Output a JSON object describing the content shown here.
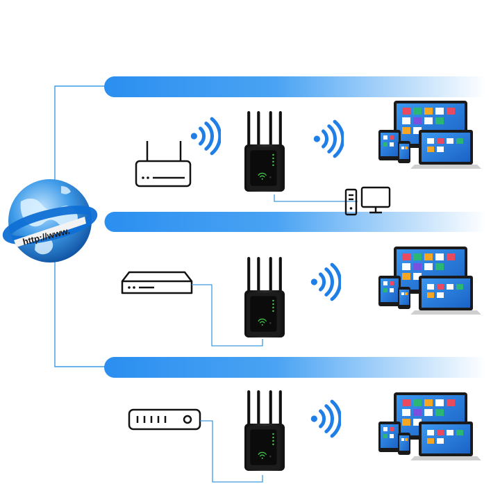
{
  "globe": {
    "label": "http://www.",
    "icon": "globe-icon"
  },
  "colors": {
    "band": "#2b8ff0",
    "band_fade": "#ffffff",
    "wire": "#3d9be0",
    "wifi": "#1f7fe6",
    "device_dark": "#1b1b1b",
    "screen_blue": "#2f86e8"
  },
  "rows": [
    {
      "source_icon": "wireless-router-icon",
      "source_link": "wireless",
      "repeater_icon": "wifi-repeater-icon",
      "targets": [
        "imac-icon",
        "tablet-icon",
        "phone-icon",
        "laptop-icon",
        "desktop-pc-icon"
      ]
    },
    {
      "source_icon": "modem-icon",
      "source_link": "ethernet",
      "repeater_icon": "wifi-repeater-icon",
      "targets": [
        "imac-icon",
        "tablet-icon",
        "phone-icon",
        "laptop-icon"
      ]
    },
    {
      "source_icon": "switch-icon",
      "source_link": "ethernet",
      "repeater_icon": "wifi-repeater-icon",
      "targets": [
        "imac-icon",
        "tablet-icon",
        "phone-icon",
        "laptop-icon"
      ]
    }
  ]
}
